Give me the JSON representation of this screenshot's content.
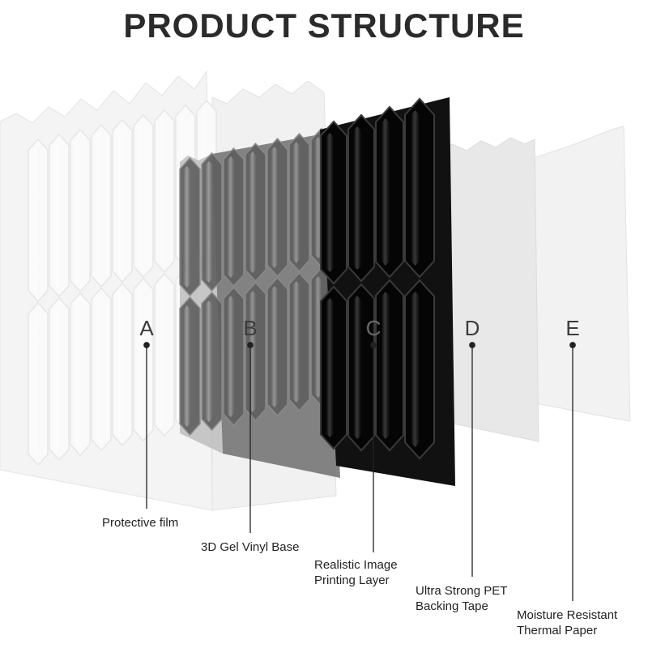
{
  "title": "PRODUCT STRUCTURE",
  "layers": [
    {
      "letter": "A",
      "label_lines": [
        "Protective film"
      ]
    },
    {
      "letter": "B",
      "label_lines": [
        "3D Gel Vinyl Base"
      ]
    },
    {
      "letter": "C",
      "label_lines": [
        "Realistic Image",
        "Printing Layer"
      ]
    },
    {
      "letter": "D",
      "label_lines": [
        "Ultra Strong PET",
        "Backing Tape"
      ]
    },
    {
      "letter": "E",
      "label_lines": [
        "Moisture Resistant",
        "Thermal Paper"
      ]
    }
  ],
  "colors": {
    "title": "#2b2b2b",
    "layer_a": "#f3f3f3",
    "layer_b": "#7a7a7a",
    "layer_c": "#0a0a0a",
    "layer_d": "#e6e6e6",
    "layer_e": "#f0f0f0",
    "leader_line": "#222222"
  }
}
